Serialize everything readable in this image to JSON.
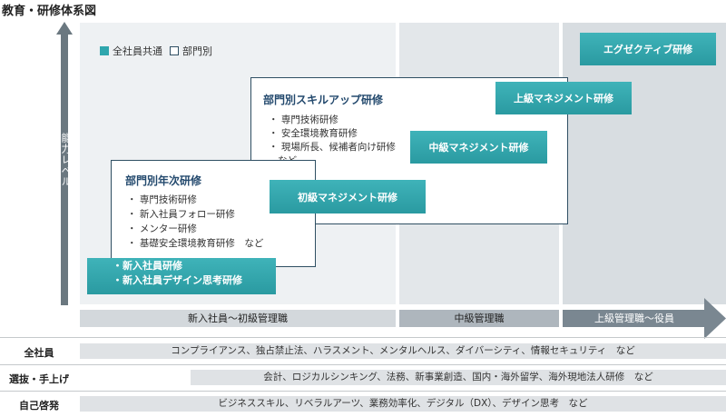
{
  "title": "教育・研修体系図",
  "axis": {
    "vertical_label": "能力レベル",
    "levels": [
      "新入社員～初級管理職",
      "中級管理職",
      "上級管理職～役員"
    ]
  },
  "legend": {
    "common": "全社員共通",
    "department": "部門別"
  },
  "colors": {
    "teal": "#2fa6ad",
    "navy": "#244a6e",
    "border": "#2f4f63"
  },
  "boxes": {
    "nenji": {
      "title": "部門別年次研修",
      "items": [
        "・ 専門技術研修",
        "・ 新入社員フォロー研修",
        "・ メンター研修",
        "・ 基礎安全環境教育研修　など"
      ]
    },
    "skillup": {
      "title": "部門別スキルアップ研修",
      "items": [
        "・ 専門技術研修",
        "・ 安全環境教育研修",
        "・ 現場所長、候補者向け研修",
        "など"
      ]
    }
  },
  "pills": {
    "new_hire_1": "・新入社員研修",
    "new_hire_2": "・新入社員デザイン思考研修",
    "junior_mgmt": "初級マネジメント研修",
    "middle_mgmt": "中級マネジメント研修",
    "senior_mgmt": "上級マネジメント研修",
    "executive": "エグゼクティブ研修"
  },
  "rows": [
    {
      "label": "全社員",
      "content": "コンプライアンス、独占禁止法、ハラスメント、メンタルヘルス、ダイバーシティ、情報セキュリティ　など"
    },
    {
      "label": "選抜・手上げ",
      "content": "会計、ロジカルシンキング、法務、新事業創造、国内・海外留学、海外現地法人研修　など"
    },
    {
      "label": "自己啓発",
      "content": "ビジネススキル、リベラルアーツ、業務効率化、デジタル（DX）、デザイン思考　など"
    }
  ]
}
